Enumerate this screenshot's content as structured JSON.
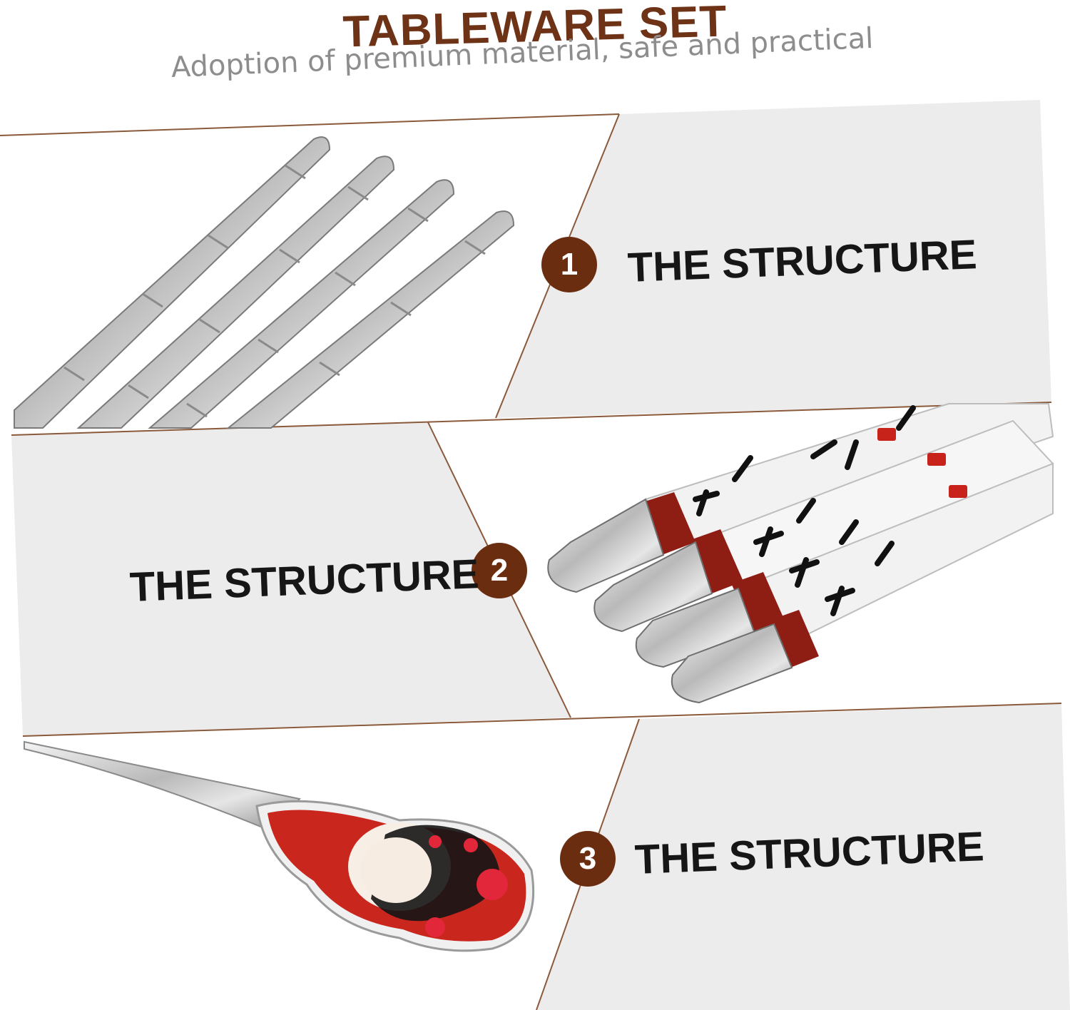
{
  "header": {
    "title": "TABLEWARE SET",
    "subtitle": "Adoption of premium material, safe and practical"
  },
  "sections": [
    {
      "number": "1",
      "label": "THE STRUCTURE"
    },
    {
      "number": "2",
      "label": "THE STRUCTURE"
    },
    {
      "number": "3",
      "label": "THE STRUCTURE"
    }
  ],
  "colors": {
    "accent": "#6b2d10",
    "panel": "#ececec",
    "title": "#6e3216"
  }
}
